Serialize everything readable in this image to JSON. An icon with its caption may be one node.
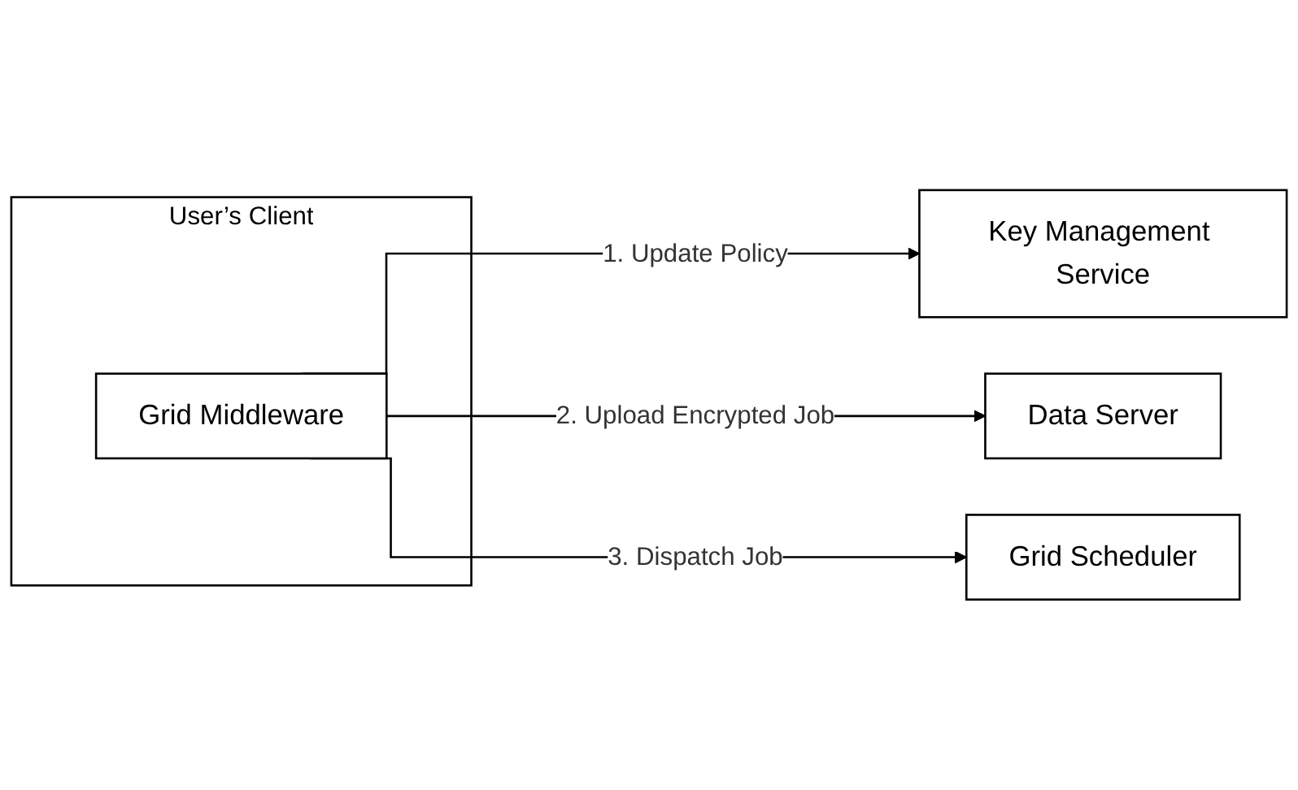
{
  "diagram": {
    "nodes": [
      {
        "text": [
          "User’s Client"
        ]
      },
      {
        "text": [
          "Grid Middleware"
        ],
        "in": 0
      },
      {
        "text": [
          "Key Management Service"
        ]
      },
      {
        "text": [
          "Data Server"
        ]
      },
      {
        "text": [
          "Grid Scheduler"
        ]
      }
    ],
    "edges": [
      {
        "from": 1,
        "to": 2,
        "arrow": "to",
        "label": "1. Update Policy"
      },
      {
        "from": 1,
        "to": 3,
        "arrow": "to",
        "label": "2. Upload Encrypted Job"
      },
      {
        "from": 1,
        "to": 4,
        "arrow": "to",
        "label": "3. Dispatch Job"
      }
    ]
  }
}
